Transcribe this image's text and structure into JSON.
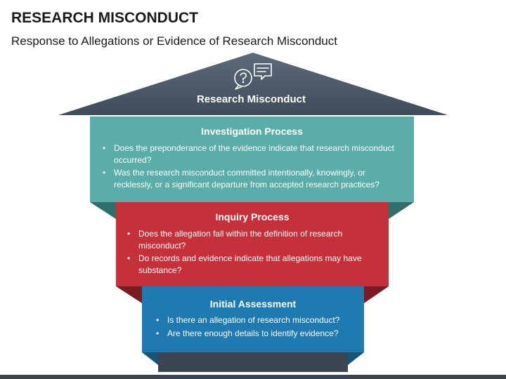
{
  "title": "RESEARCH MISCONDUCT",
  "subtitle": "Response to Allegations or Evidence of Research Misconduct",
  "roof": {
    "label": "Research Misconduct",
    "icon": "chat-question-icon"
  },
  "bullet": "•",
  "colors": {
    "roof": "#4a5868",
    "investigation": "#5aada8",
    "inquiry": "#c6303a",
    "initial": "#1f7ab2",
    "base": "#3c4653"
  },
  "blocks": {
    "investigation": {
      "title": "Investigation Process",
      "bullets": [
        "Does the preponderance of the evidence indicate that research misconduct occurred?",
        "Was the research misconduct committed intentionally, knowingly, or recklessly, or a significant departure from accepted research practices?"
      ]
    },
    "inquiry": {
      "title": "Inquiry Process",
      "bullets": [
        "Does the allegation fall within the definition of research misconduct?",
        "Do records and evidence indicate that allegations may have substance?"
      ]
    },
    "initial": {
      "title": "Initial Assessment",
      "bullets": [
        "Is there an allegation of research misconduct?",
        "Are there enough details to identify evidence?"
      ]
    }
  }
}
